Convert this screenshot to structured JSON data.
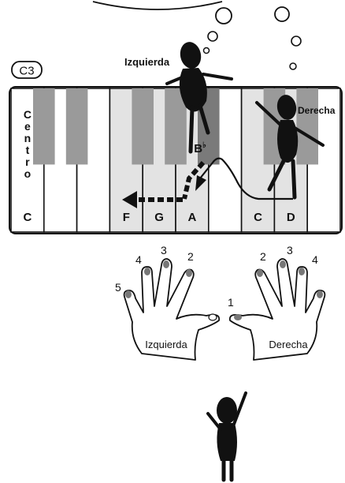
{
  "octave_label": "C3",
  "keyboard": {
    "white_keys": [
      {
        "name": "white-key-c",
        "label": "C",
        "highlight": false
      },
      {
        "name": "white-key-d",
        "label": "",
        "highlight": false
      },
      {
        "name": "white-key-e",
        "label": "",
        "highlight": false
      },
      {
        "name": "white-key-f",
        "label": "F",
        "highlight": true
      },
      {
        "name": "white-key-g",
        "label": "G",
        "highlight": true
      },
      {
        "name": "white-key-a",
        "label": "A",
        "highlight": true
      },
      {
        "name": "white-key-b",
        "label": "",
        "highlight": false
      },
      {
        "name": "white-key-c2",
        "label": "C",
        "highlight": true
      },
      {
        "name": "white-key-d2",
        "label": "D",
        "highlight": true
      },
      {
        "name": "white-key-e2",
        "label": "",
        "highlight": false
      }
    ],
    "black_key_after_white_index": [
      0,
      1,
      3,
      4,
      5,
      7,
      8
    ],
    "highlighted_black_key": 4,
    "centro_letters": [
      "C",
      "e",
      "n",
      "t",
      "r",
      "o"
    ],
    "flat_note": "B",
    "flat_symbol": "♭"
  },
  "left_figure_label": "Izquierda",
  "right_figure_label": "Derecha",
  "hands": {
    "left": {
      "label": "Izquierda",
      "finger_numbers": [
        "5",
        "4",
        "3",
        "2"
      ]
    },
    "right": {
      "label": "Derecha",
      "finger_numbers": [
        "1",
        "2",
        "3",
        "4"
      ]
    }
  },
  "colors": {
    "key_highlight": "#e3e3e3",
    "black_key": "#9a9a9a",
    "black_key_highlight": "#7a7a7a",
    "figure": "#111111"
  }
}
